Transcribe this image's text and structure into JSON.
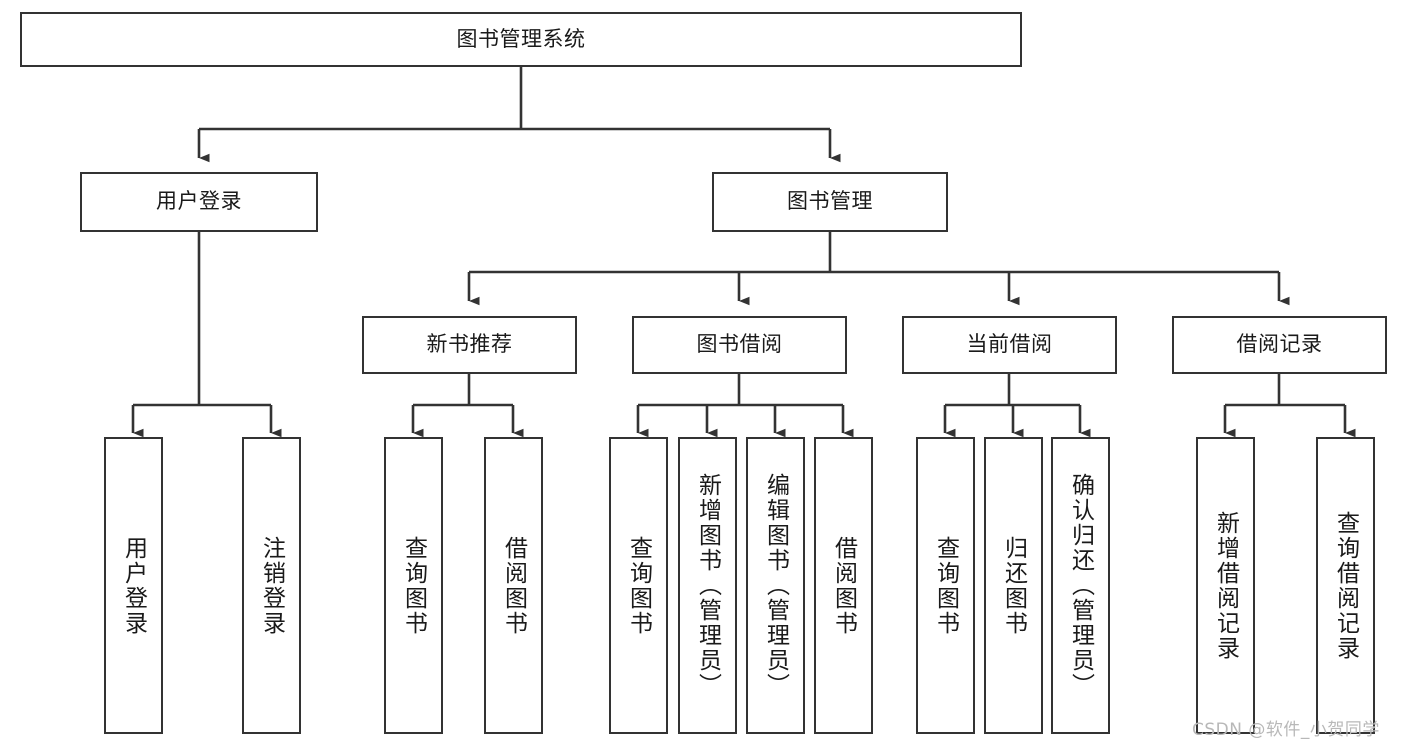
{
  "diagram": {
    "title": "图书管理系统",
    "type": "tree-hierarchy",
    "orientation": "top-down",
    "levels": 4,
    "edge_style": "orthogonal-with-arrowheads",
    "colors": {
      "node_border": "#333333",
      "node_fill": "#ffffff",
      "edge": "#333333",
      "text": "#1a1a1a",
      "background": "#ffffff",
      "watermark": "#b8b8b8"
    }
  },
  "root": {
    "label": "图书管理系统"
  },
  "level2": [
    {
      "label": "用户登录"
    },
    {
      "label": "图书管理"
    }
  ],
  "level3": [
    {
      "label": "新书推荐"
    },
    {
      "label": "图书借阅"
    },
    {
      "label": "当前借阅"
    },
    {
      "label": "借阅记录"
    }
  ],
  "leaves": {
    "user_login": [
      {
        "label": "用户登录"
      },
      {
        "label": "注销登录"
      }
    ],
    "new_book_recommend": [
      {
        "label": "查询图书"
      },
      {
        "label": "借阅图书"
      }
    ],
    "book_borrow": [
      {
        "label": "查询图书"
      },
      {
        "label": "新增图书（管理员）"
      },
      {
        "label": "编辑图书（管理员）"
      },
      {
        "label": "借阅图书"
      }
    ],
    "current_borrow": [
      {
        "label": "查询图书"
      },
      {
        "label": "归还图书"
      },
      {
        "label": "确认归还（管理员）"
      }
    ],
    "borrow_record": [
      {
        "label": "新增借阅记录"
      },
      {
        "label": "查询借阅记录"
      }
    ]
  },
  "watermark": {
    "text": "CSDN @软件_小贺同学"
  }
}
